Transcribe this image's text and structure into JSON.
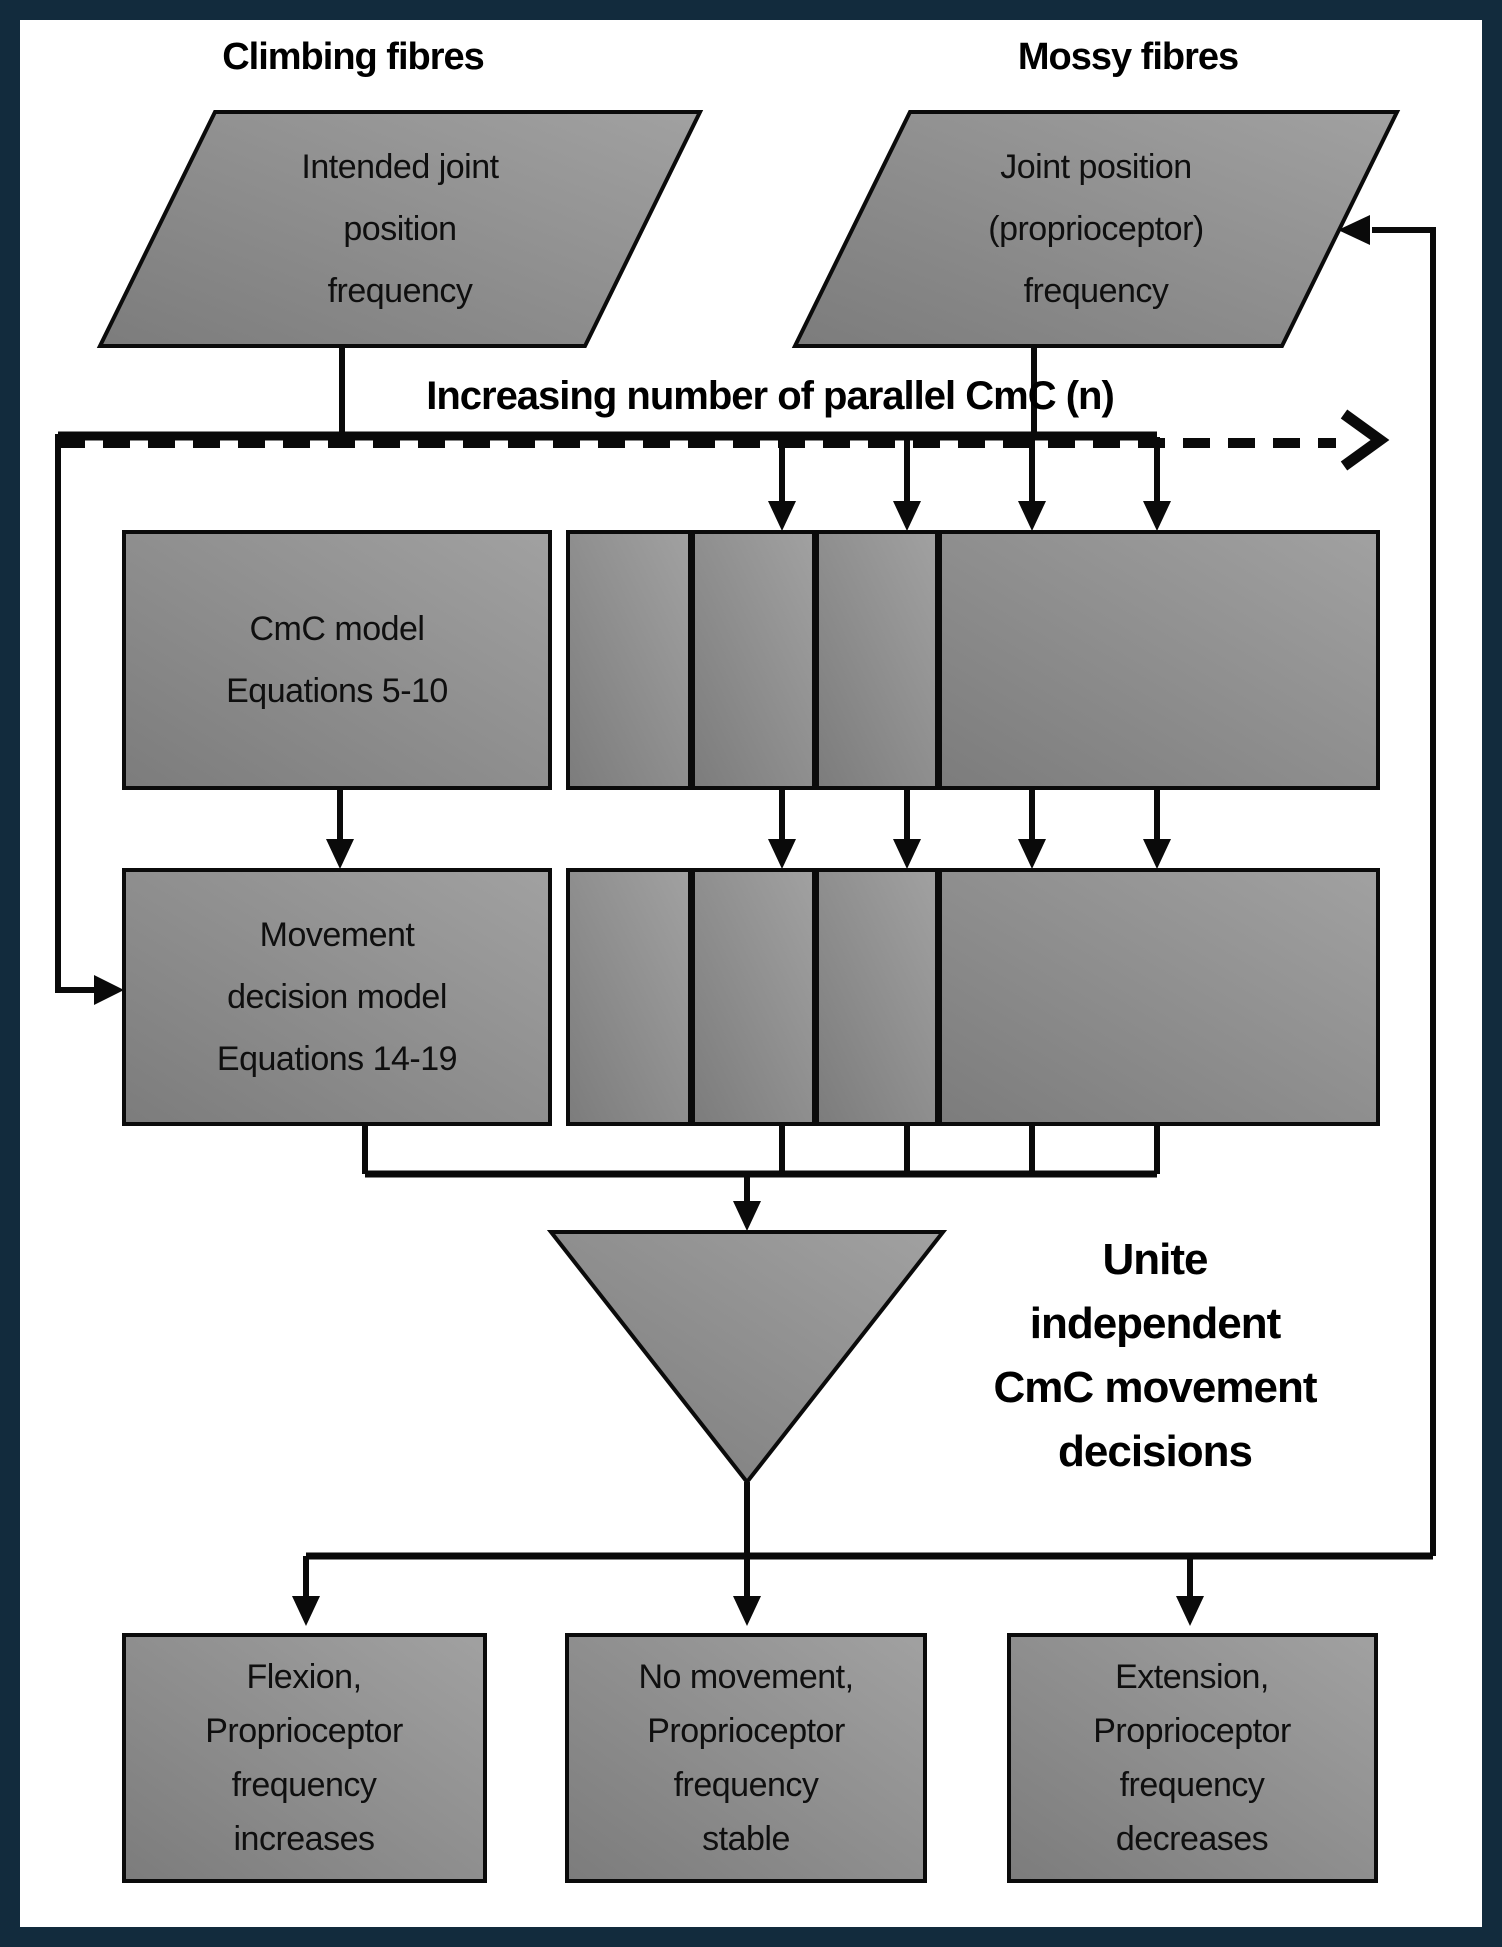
{
  "colors": {
    "frame_navy": "#122b3d",
    "shape_grey_light": "#a1a1a1",
    "shape_grey_dark": "#7c7c7c",
    "line_black": "#0a0a0a",
    "background": "#ffffff"
  },
  "headings": {
    "climbing": "Climbing fibres",
    "mossy": "Mossy fibres"
  },
  "inputs": {
    "climbing": {
      "lines": [
        "Intended joint",
        "position",
        "frequency"
      ]
    },
    "mossy": {
      "lines": [
        "Joint position",
        "(proprioceptor)",
        "frequency"
      ]
    }
  },
  "bus": {
    "label": "Increasing number of parallel CmC (n)"
  },
  "cmc_box": {
    "lines": [
      "CmC model",
      "Equations 5-10"
    ]
  },
  "movement_box": {
    "lines": [
      "Movement",
      "decision model",
      "Equations 14-19"
    ]
  },
  "merge_label": {
    "lines": [
      "Unite",
      "independent",
      "CmC movement",
      "decisions"
    ]
  },
  "outcomes": {
    "flexion": {
      "lines": [
        "Flexion,",
        "Proprioceptor",
        "frequency",
        "increases"
      ]
    },
    "no_movement": {
      "lines": [
        "No movement,",
        "Proprioceptor",
        "frequency",
        "stable"
      ]
    },
    "extension": {
      "lines": [
        "Extension,",
        "Proprioceptor",
        "frequency",
        "decreases"
      ]
    }
  }
}
